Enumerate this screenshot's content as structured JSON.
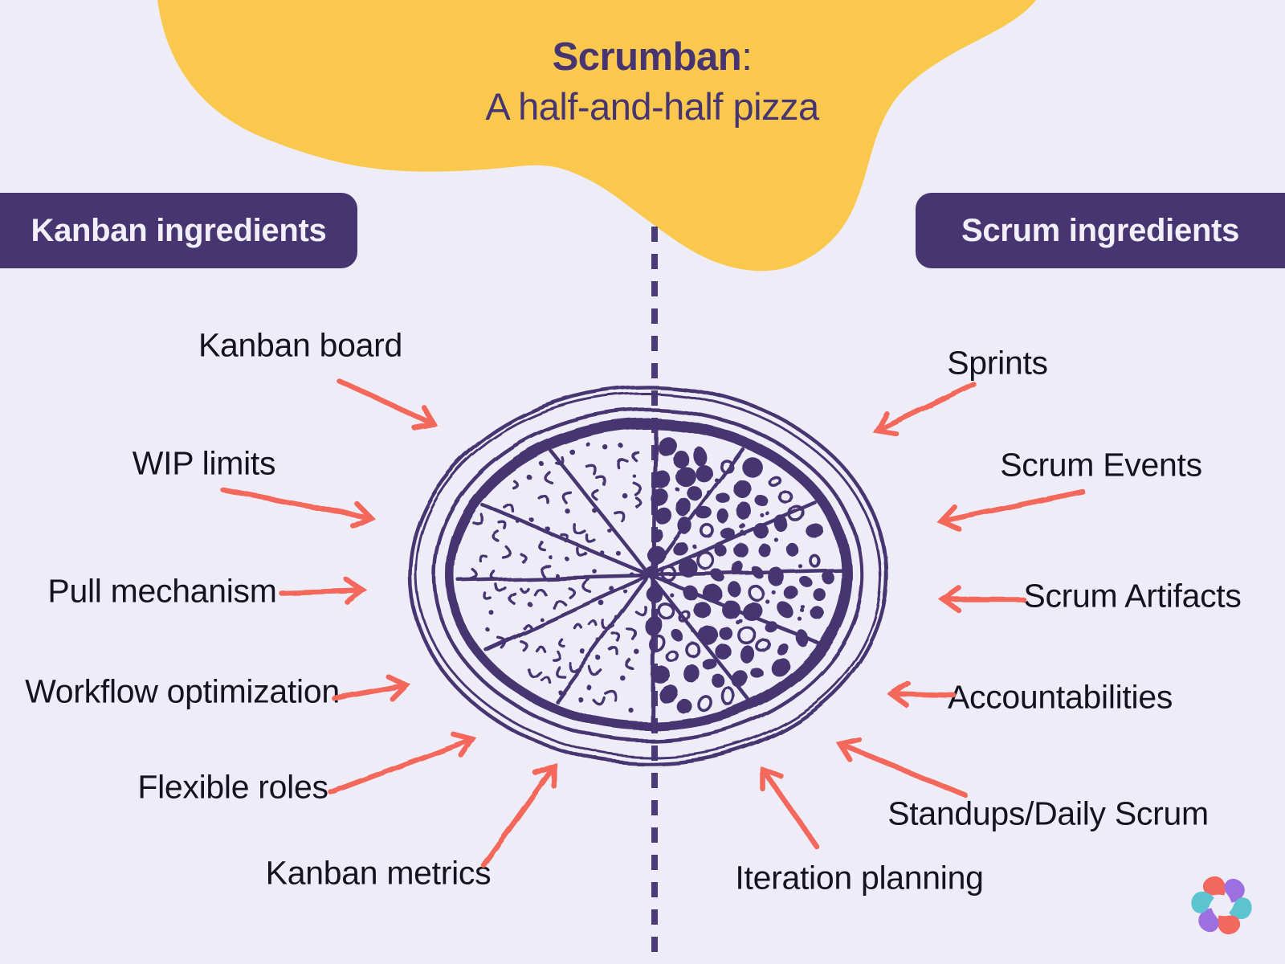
{
  "title": {
    "product": "Scrumban",
    "colon": ":",
    "subtitle": "A half-and-half pizza"
  },
  "kanban": {
    "header": "Kanban ingredients",
    "items": [
      "Kanban board",
      "WIP limits",
      "Pull mechanism",
      "Workflow optimization",
      "Flexible roles",
      "Kanban metrics"
    ]
  },
  "scrum": {
    "header": "Scrum ingredients",
    "items": [
      "Sprints",
      "Scrum Events",
      "Scrum Artifacts",
      "Accountabilities",
      "Standups/Daily Scrum",
      "Iteration planning"
    ]
  },
  "illustration": {
    "name": "hand-drawn-half-and-half-pizza",
    "divider": "dashed-center-line"
  },
  "logo": {
    "name": "pinwheel-logo"
  },
  "colors": {
    "background": "#EDECF7",
    "blob_yellow": "#FBC84E",
    "brand_purple": "#473572",
    "arrow_coral": "#F4685C",
    "label_text": "#17121F",
    "badge_text": "#F2EFF9",
    "logo_coral": "#F2685E",
    "logo_purple": "#9D6FE0",
    "logo_teal": "#5BC4CF"
  }
}
